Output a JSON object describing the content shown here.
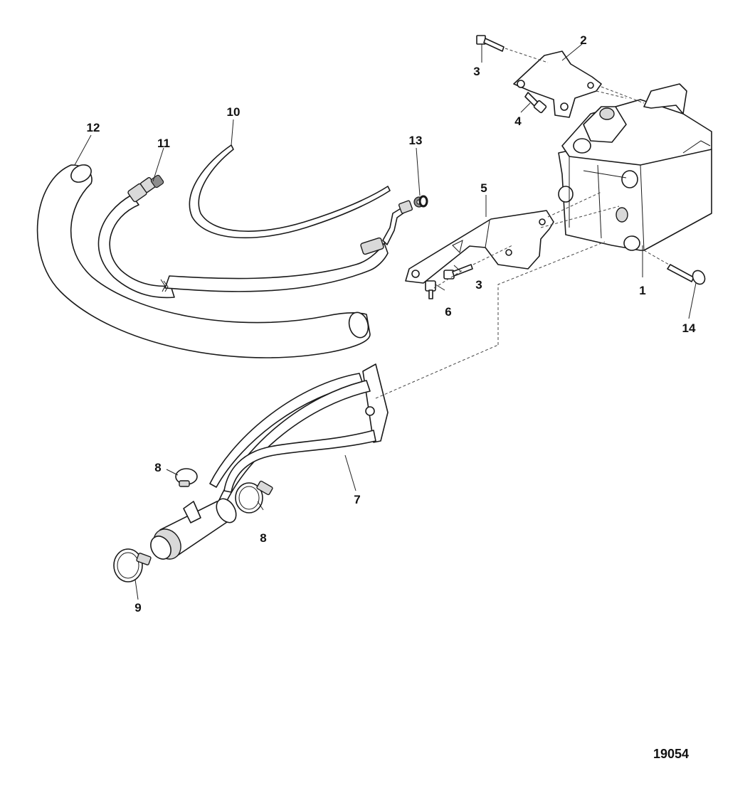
{
  "figure": {
    "figure_number": "19054"
  },
  "callouts": [
    {
      "id": "c1",
      "label": "1"
    },
    {
      "id": "c2",
      "label": "2"
    },
    {
      "id": "c3a",
      "label": "3"
    },
    {
      "id": "c3b",
      "label": "3"
    },
    {
      "id": "c4",
      "label": "4"
    },
    {
      "id": "c5",
      "label": "5"
    },
    {
      "id": "c6",
      "label": "6"
    },
    {
      "id": "c7",
      "label": "7"
    },
    {
      "id": "c8a",
      "label": "8"
    },
    {
      "id": "c8b",
      "label": "8"
    },
    {
      "id": "c9",
      "label": "9"
    },
    {
      "id": "c10",
      "label": "10"
    },
    {
      "id": "c11",
      "label": "11"
    },
    {
      "id": "c12",
      "label": "12"
    },
    {
      "id": "c13",
      "label": "13"
    },
    {
      "id": "c14",
      "label": "14"
    }
  ]
}
